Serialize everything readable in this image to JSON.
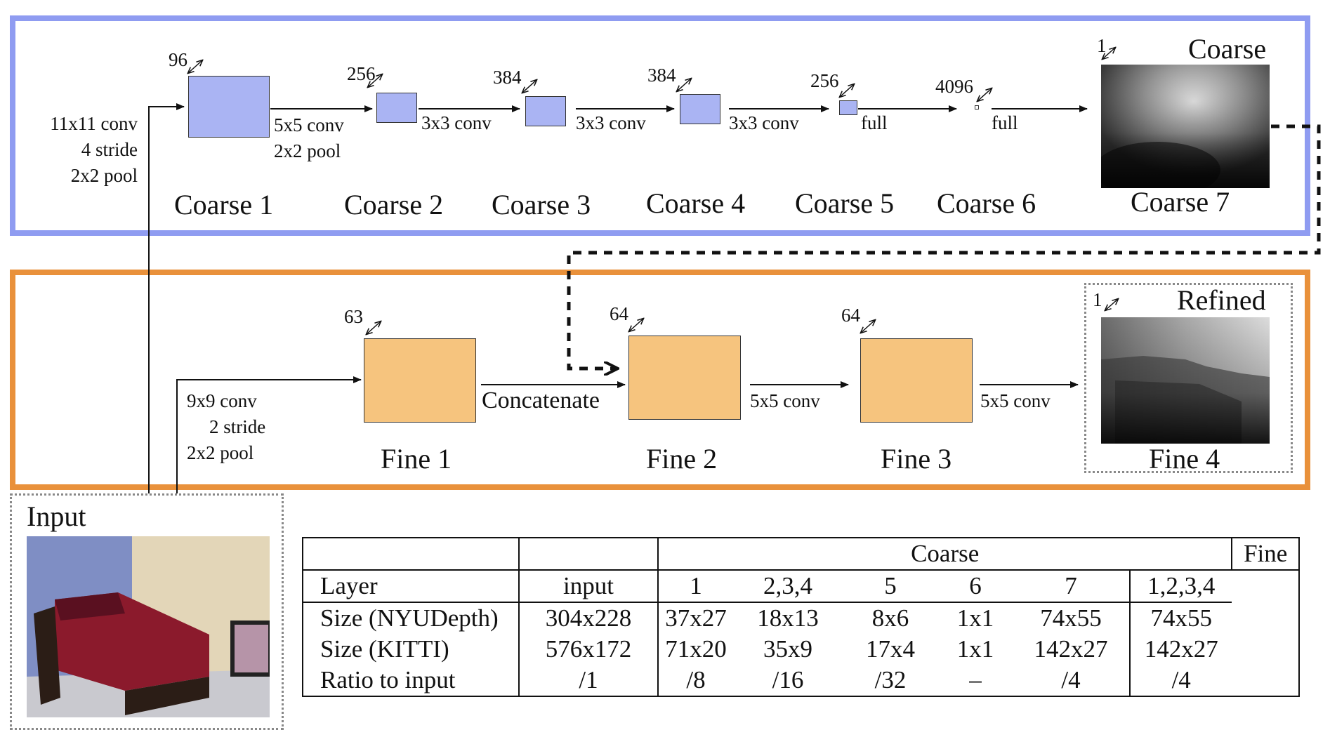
{
  "coarse": {
    "layers": [
      {
        "name": "Coarse 1",
        "channels": "96",
        "op_lines": [
          "5x5 conv",
          "2x2 pool"
        ]
      },
      {
        "name": "Coarse 2",
        "channels": "256",
        "op_lines": [
          "3x3 conv"
        ]
      },
      {
        "name": "Coarse 3",
        "channels": "384",
        "op_lines": [
          "3x3 conv"
        ]
      },
      {
        "name": "Coarse 4",
        "channels": "384",
        "op_lines": [
          "3x3 conv"
        ]
      },
      {
        "name": "Coarse 5",
        "channels": "256",
        "op_lines": [
          "full"
        ]
      },
      {
        "name": "Coarse 6",
        "channels": "4096",
        "op_lines": [
          "full"
        ]
      },
      {
        "name": "Coarse 7",
        "channels": "1",
        "op_lines": []
      }
    ],
    "input_op_lines": [
      "11x11 conv",
      "4 stride",
      "2x2 pool"
    ],
    "output_title": "Coarse"
  },
  "fine": {
    "layers": [
      {
        "name": "Fine 1",
        "channels": "63",
        "op": "Concatenate"
      },
      {
        "name": "Fine 2",
        "channels": "64",
        "op": "5x5 conv"
      },
      {
        "name": "Fine 3",
        "channels": "64",
        "op": "5x5 conv"
      },
      {
        "name": "Fine 4",
        "channels": "1",
        "op": ""
      }
    ],
    "input_op_lines": [
      "9x9 conv",
      "2 stride",
      "2x2 pool"
    ],
    "output_title": "Refined"
  },
  "input_label": "Input",
  "table": {
    "group_headers": {
      "coarse": "Coarse",
      "fine": "Fine"
    },
    "columns": [
      "Layer",
      "input",
      "1",
      "2,3,4",
      "5",
      "6",
      "7",
      "1,2,3,4"
    ],
    "rows": [
      [
        "Size (NYUDepth)",
        "304x228",
        "37x27",
        "18x13",
        "8x6",
        "1x1",
        "74x55",
        "74x55"
      ],
      [
        "Size (KITTI)",
        "576x172",
        "71x20",
        "35x9",
        "17x4",
        "1x1",
        "142x27",
        "142x27"
      ],
      [
        "Ratio to input",
        "/1",
        "/8",
        "/16",
        "/32",
        "–",
        "/4",
        "/4"
      ]
    ]
  },
  "colors": {
    "coarse_frame": "#8f9cf1",
    "fine_frame": "#e9913b",
    "coarse_box": "#aab4f3",
    "fine_box": "#f6c47e"
  }
}
